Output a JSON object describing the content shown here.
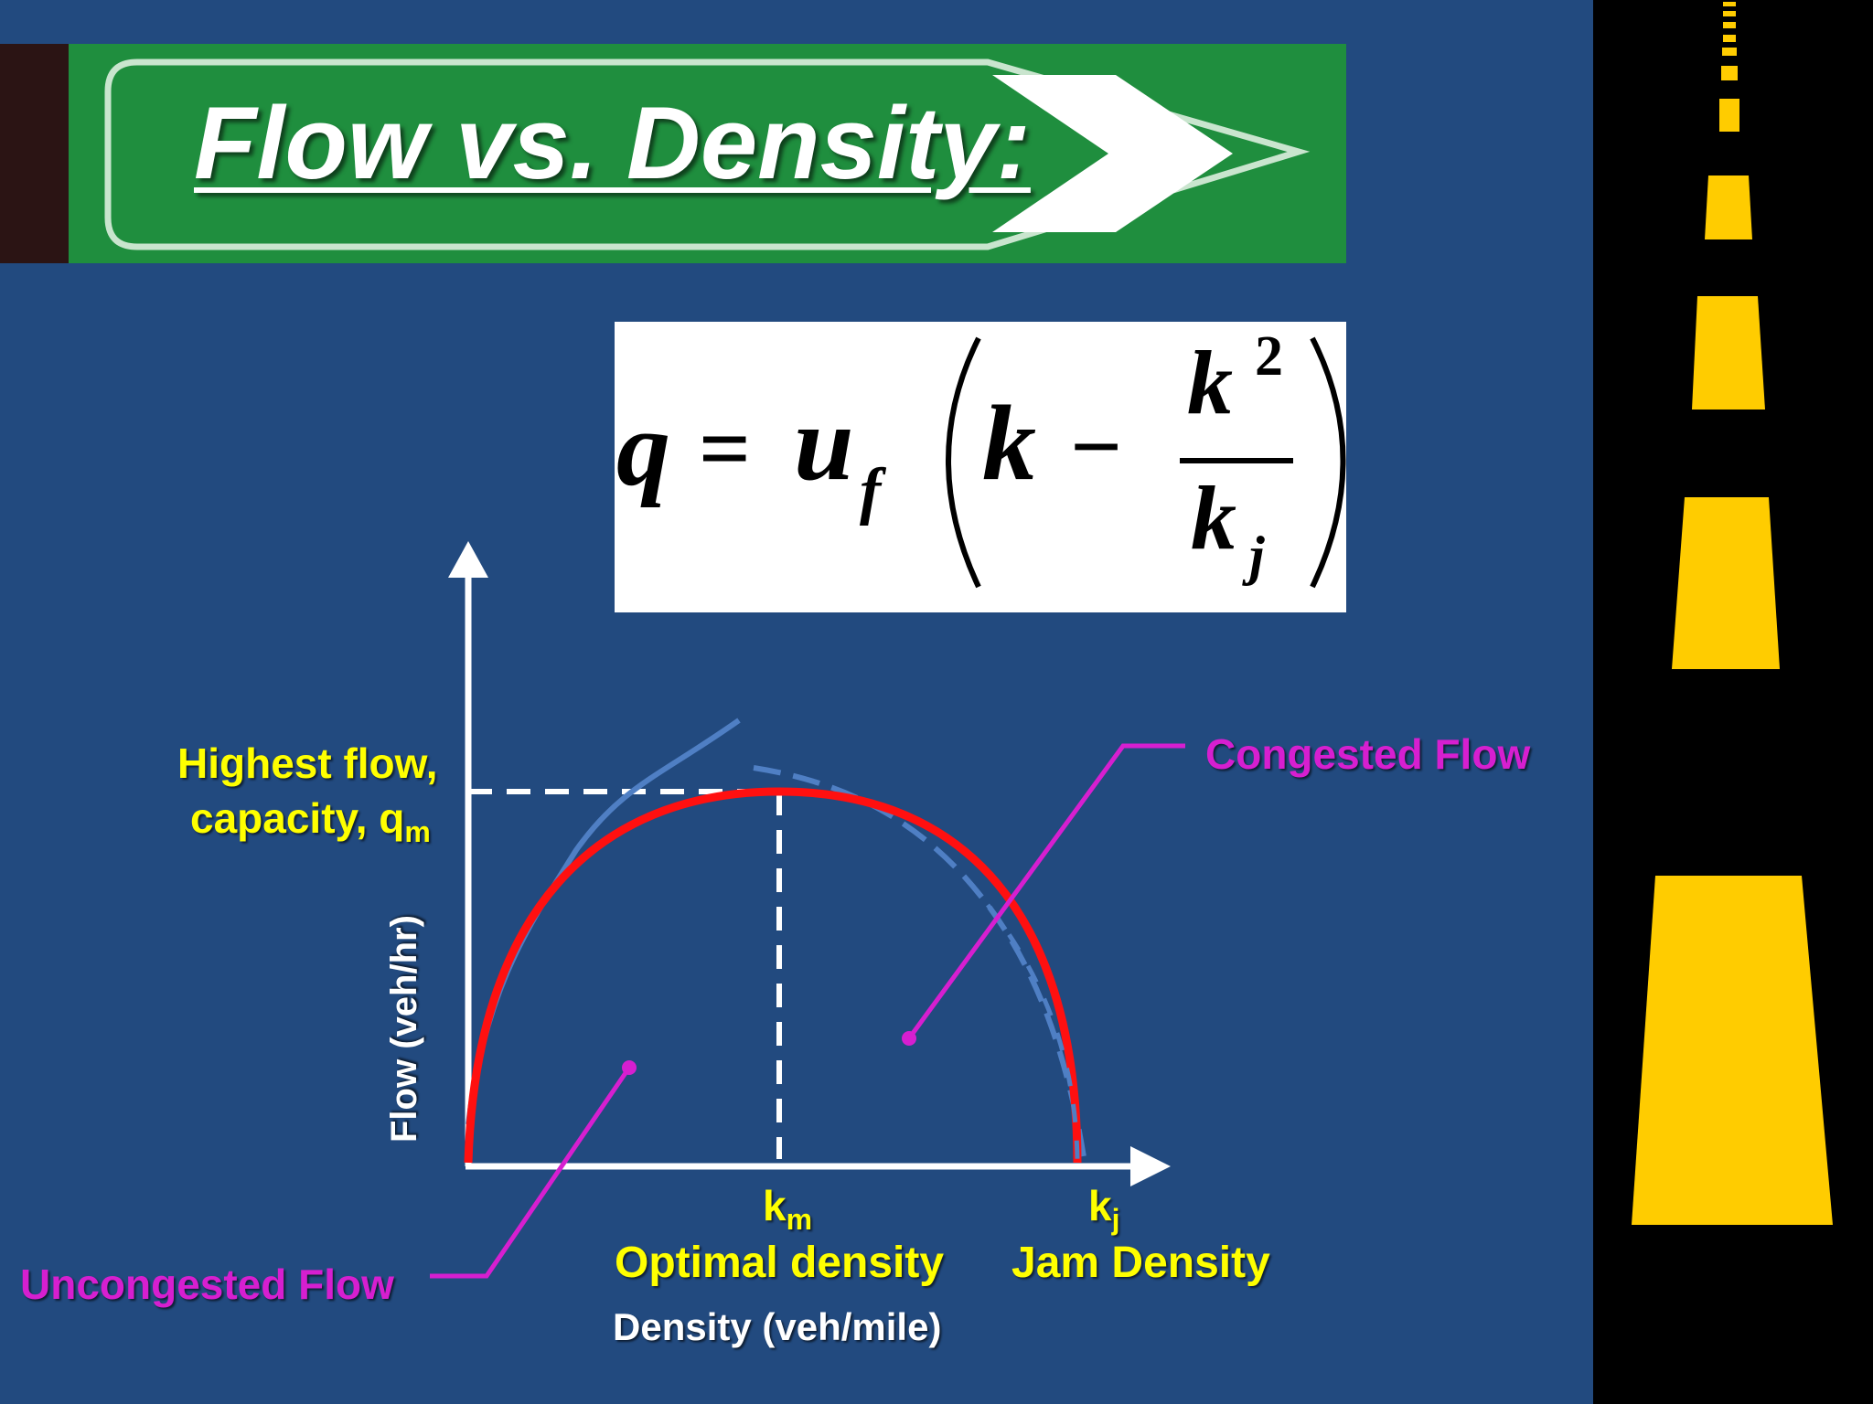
{
  "slide": {
    "title": "Flow vs. Density:",
    "formula": {
      "lhs": "q",
      "equals": "=",
      "coef_main": "u",
      "coef_sub": "f",
      "k": "k",
      "minus": "−",
      "numerator": "k",
      "numerator_exp": "2",
      "denominator": "k",
      "denominator_sub": "j"
    }
  },
  "diagram": {
    "labels": {
      "highest_flow_line1": "Highest flow,",
      "highest_flow_line2": "capacity, q",
      "highest_flow_sub": "m",
      "y_axis": "Flow (veh/hr)",
      "x_axis": "Density (veh/mile)",
      "km_main": "k",
      "km_sub": "m",
      "kj_main": "k",
      "kj_sub": "j",
      "optimal_density": "Optimal density",
      "jam_density": "Jam Density",
      "congested_flow": "Congested Flow",
      "uncongested_flow": "Uncongested Flow"
    },
    "colors": {
      "background": "#224a7f",
      "theoretical_curve": "#ff0000",
      "observed_curve": "#4f7fc4",
      "axes": "#ffffff",
      "callout": "#d61fd0",
      "label_yellow": "#ffff00",
      "sign_green": "#1f8e3e",
      "road_marking": "#ffcc00"
    }
  }
}
